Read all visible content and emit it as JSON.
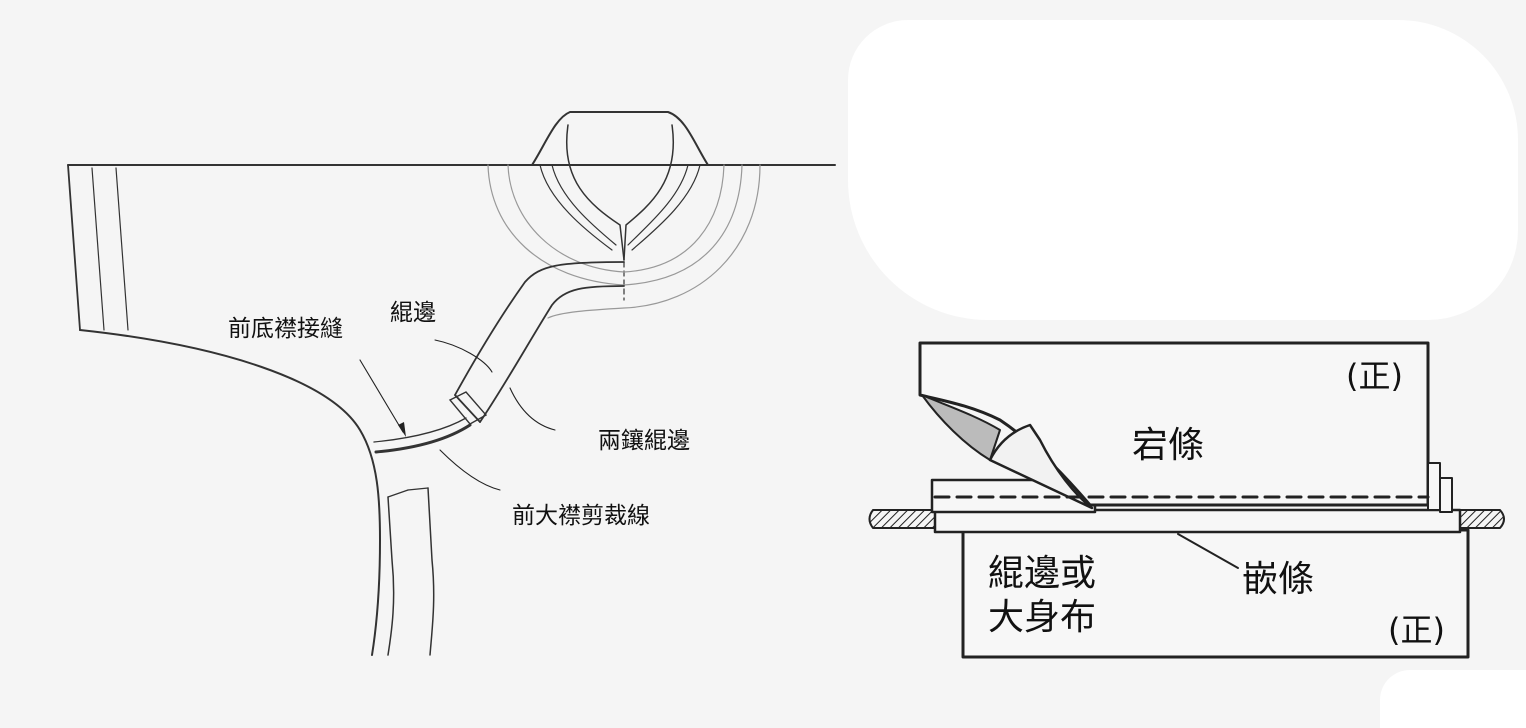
{
  "left_diagram": {
    "labels": {
      "front_under_lapel_seam": "前底襟接縫",
      "binding_edge": "緄邊",
      "double_binding": "兩鑲緄邊",
      "front_big_lapel_cut_line": "前大襟剪裁線"
    }
  },
  "right_diagram": {
    "labels": {
      "right_side_top": "(正)",
      "strip": "宕條",
      "binding_or_body_line1": "緄邊或",
      "binding_or_body_line2": "大身布",
      "piping": "嵌條",
      "right_side_bottom": "(正)"
    }
  }
}
